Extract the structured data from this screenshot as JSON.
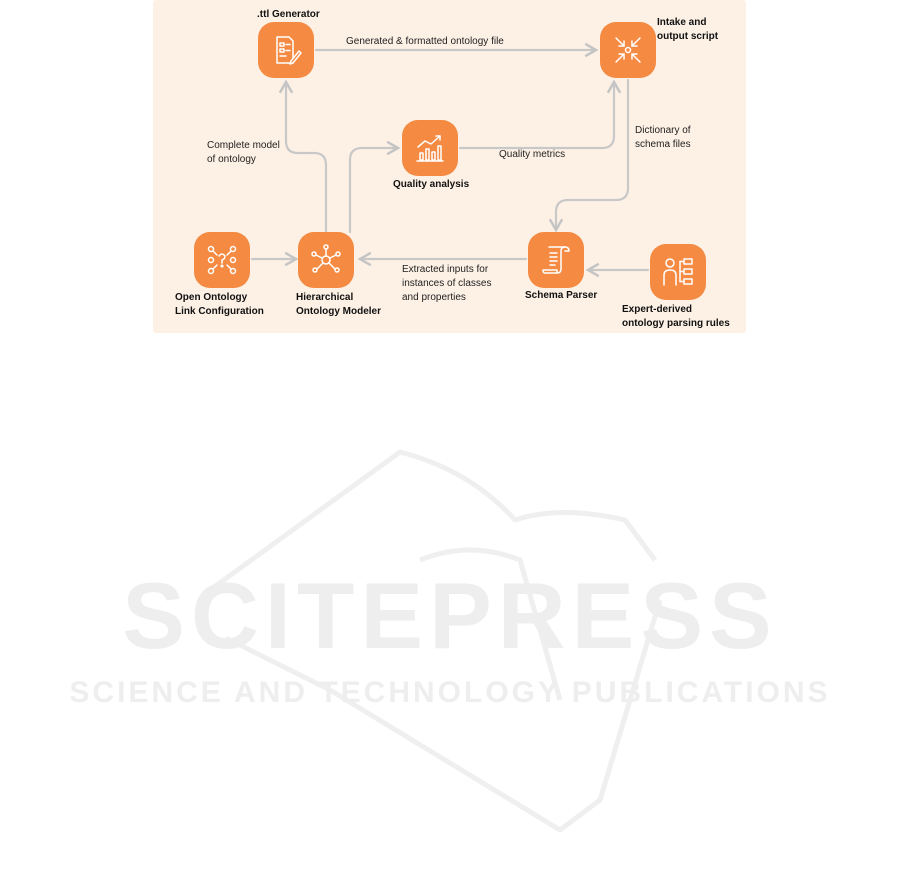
{
  "nodes": {
    "ttl_generator": {
      "label": ".ttl Generator",
      "icon": "document-edit-icon"
    },
    "intake_output": {
      "label": "Intake and\noutput script",
      "icon": "arrows-inward-icon"
    },
    "quality_analysis": {
      "label": "Quality analysis",
      "icon": "chart-trend-icon"
    },
    "open_ontology": {
      "label": "Open Ontology\nLink Configuration",
      "icon": "link-network-icon"
    },
    "hierarchical_modeler": {
      "label": "Hierarchical\nOntology Modeler",
      "icon": "hub-network-icon"
    },
    "schema_parser": {
      "label": "Schema Parser",
      "icon": "scroll-icon"
    },
    "expert_rules": {
      "label": "Expert-derived\nontology parsing rules",
      "icon": "hierarchy-icon"
    }
  },
  "edges": {
    "generated_file": "Generated & formatted ontology file",
    "complete_model": "Complete model\nof ontology",
    "quality_metrics": "Quality metrics",
    "dictionary": "Dictionary of\nschema files",
    "extracted_inputs": "Extracted inputs for\ninstances of classes\nand properties"
  },
  "watermark": {
    "line1": "SCITEPRESS",
    "line2": "SCIENCE AND TECHNOLOGY PUBLICATIONS"
  },
  "colors": {
    "panel": "#fdf1e6",
    "node": "#f58a42",
    "edge": "#c8c8c8",
    "watermark": "#eeeeee"
  }
}
